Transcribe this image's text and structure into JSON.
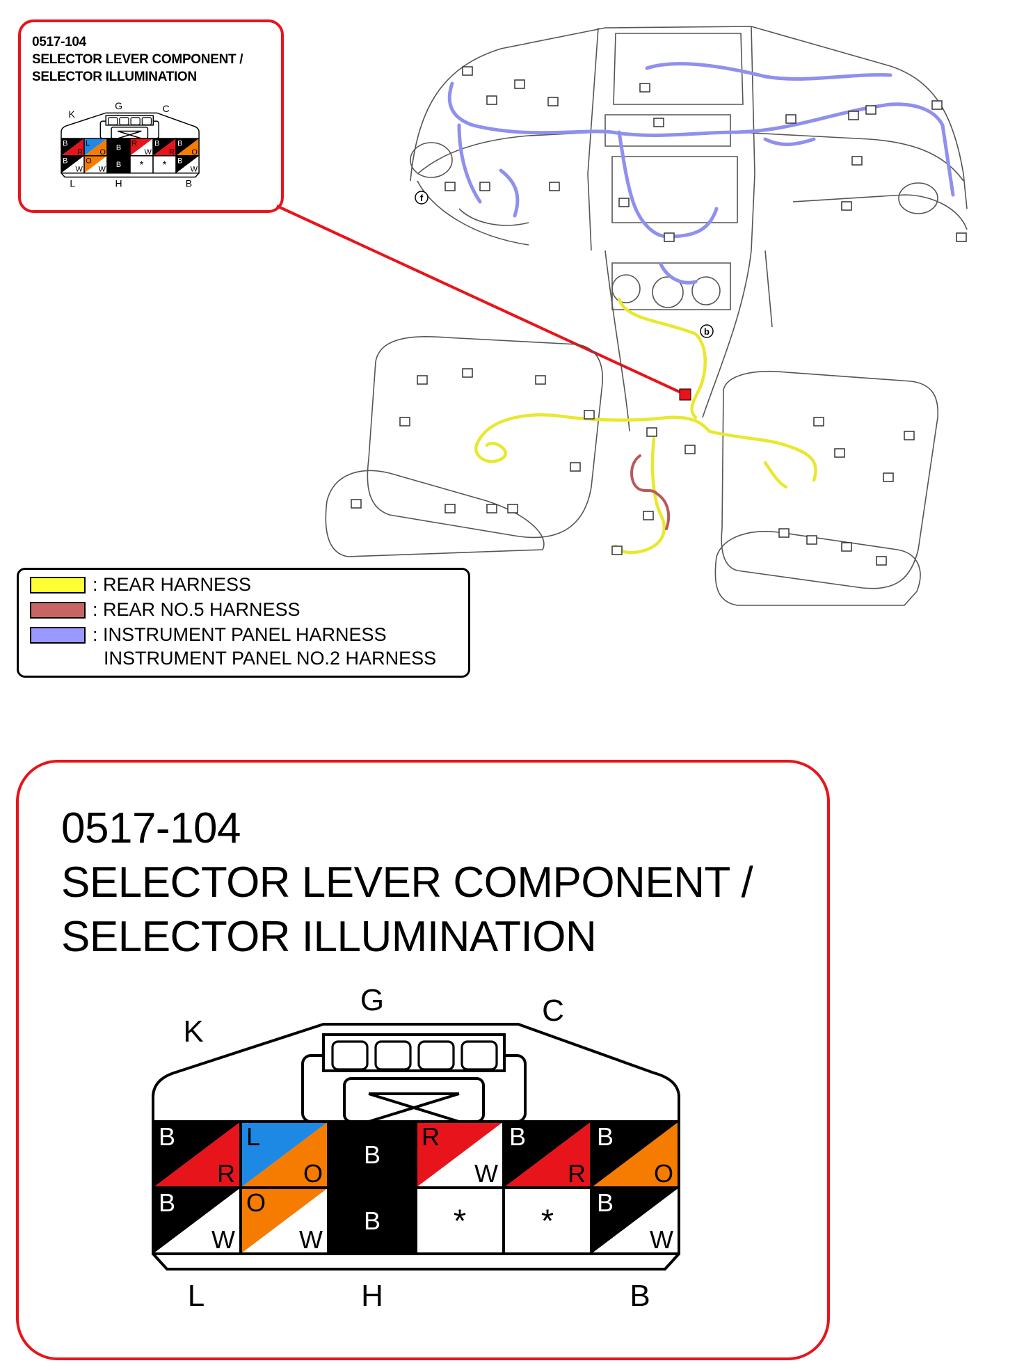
{
  "connector": {
    "code": "0517-104",
    "title_line1": "SELECTOR LEVER COMPONENT /",
    "title_line2": "SELECTOR ILLUMINATION",
    "pin_labels": {
      "top_left": "K",
      "top_mid": "G",
      "top_right": "C",
      "bottom_left": "L",
      "bottom_mid": "H",
      "bottom_right": "B"
    },
    "cells": [
      {
        "row": 0,
        "col": 0,
        "type": "split",
        "upper": "B",
        "lower": "R",
        "upper_color": "#000000",
        "lower_color": "#e8141c"
      },
      {
        "row": 0,
        "col": 1,
        "type": "split",
        "upper": "L",
        "lower": "O",
        "upper_color": "#1e88e5",
        "lower_color": "#f57c00"
      },
      {
        "row": 0,
        "col": 2,
        "type": "solid",
        "text": "B",
        "color": "#000000"
      },
      {
        "row": 0,
        "col": 3,
        "type": "split",
        "upper": "R",
        "lower": "W",
        "upper_color": "#e8141c",
        "lower_color": "#ffffff"
      },
      {
        "row": 0,
        "col": 4,
        "type": "split",
        "upper": "B",
        "lower": "R",
        "upper_color": "#000000",
        "lower_color": "#e8141c"
      },
      {
        "row": 0,
        "col": 5,
        "type": "split",
        "upper": "B",
        "lower": "O",
        "upper_color": "#000000",
        "lower_color": "#f57c00"
      },
      {
        "row": 1,
        "col": 0,
        "type": "split",
        "upper": "B",
        "lower": "W",
        "upper_color": "#000000",
        "lower_color": "#ffffff"
      },
      {
        "row": 1,
        "col": 1,
        "type": "split",
        "upper": "O",
        "lower": "W",
        "upper_color": "#f57c00",
        "lower_color": "#ffffff"
      },
      {
        "row": 1,
        "col": 2,
        "type": "solid",
        "text": "B",
        "color": "#000000"
      },
      {
        "row": 1,
        "col": 3,
        "type": "empty",
        "text": "*"
      },
      {
        "row": 1,
        "col": 4,
        "type": "empty",
        "text": "*"
      },
      {
        "row": 1,
        "col": 5,
        "type": "split",
        "upper": "B",
        "lower": "W",
        "upper_color": "#000000",
        "lower_color": "#ffffff"
      }
    ]
  },
  "location_markers": {
    "marker_b": "b",
    "marker_f": "f"
  },
  "legend": {
    "items": [
      {
        "label": ": REAR HARNESS",
        "color": "#ffff33"
      },
      {
        "label": ": REAR NO.5 HARNESS",
        "color": "#c86464"
      },
      {
        "label": ": INSTRUMENT PANEL HARNESS",
        "color": "#9999ff"
      }
    ],
    "extra_line": "INSTRUMENT PANEL NO.2 HARNESS"
  },
  "colors": {
    "callout_red": "#e8141c",
    "rear_harness": "#ffff33",
    "rear_no5_harness": "#c86464",
    "instrument_panel_harness": "#9999ff"
  }
}
